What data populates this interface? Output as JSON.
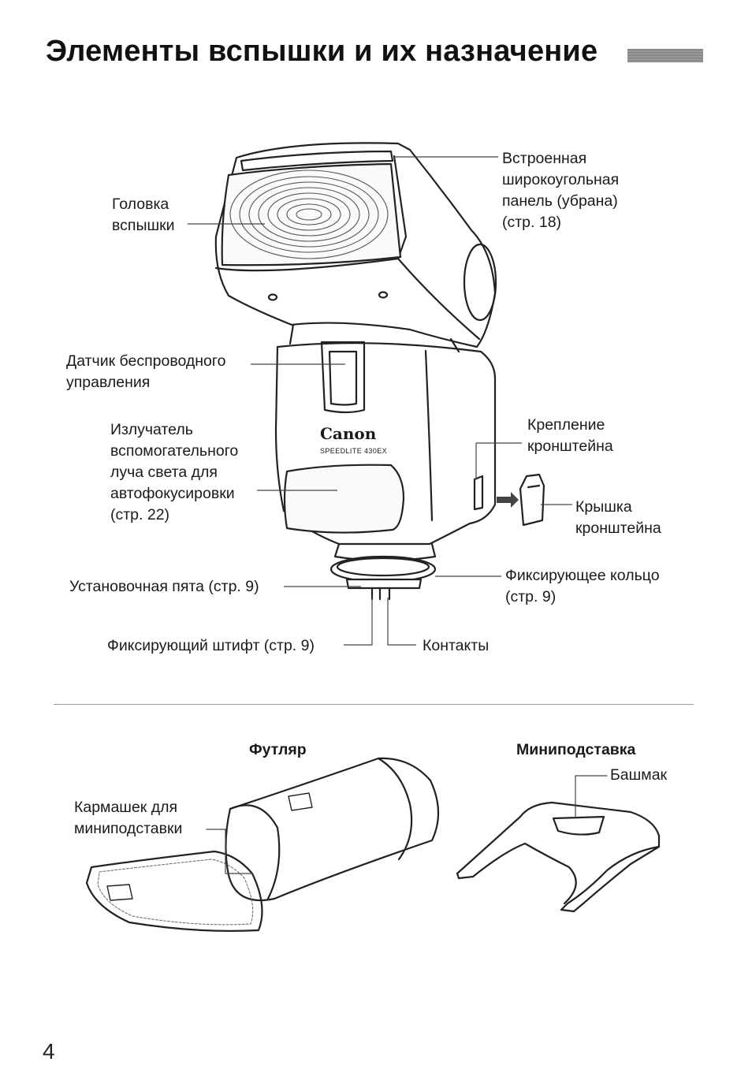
{
  "page": {
    "title": "Элементы вспышки и их назначение",
    "number": "4"
  },
  "flash": {
    "brand": "Canon",
    "model": "SPEEDLITE 430EX",
    "labels": {
      "head": "Головка\nвспышки",
      "wide_panel": "Встроенная\nширокоугольная\nпанель (убрана)\n(стр. 18)",
      "wireless_sensor": "Датчик беспроводного\nуправления",
      "af_assist": "Излучатель\nвспомогательного\nлуча света для\nавтофокусировки\n(стр. 22)",
      "bracket_mount": "Крепление\nкронштейна",
      "bracket_cover": "Крышка\nкронштейна",
      "mounting_foot": "Установочная пята (стр. 9)",
      "lock_ring": "Фиксирующее кольцо\n(стр. 9)",
      "lock_pin": "Фиксирующий штифт (стр. 9)",
      "contacts": "Контакты"
    }
  },
  "accessories": {
    "case": {
      "title": "Футляр",
      "pocket_label": "Кармашек для\nминиподставки"
    },
    "stand": {
      "title": "Миниподставка",
      "shoe_label": "Башмак"
    }
  }
}
